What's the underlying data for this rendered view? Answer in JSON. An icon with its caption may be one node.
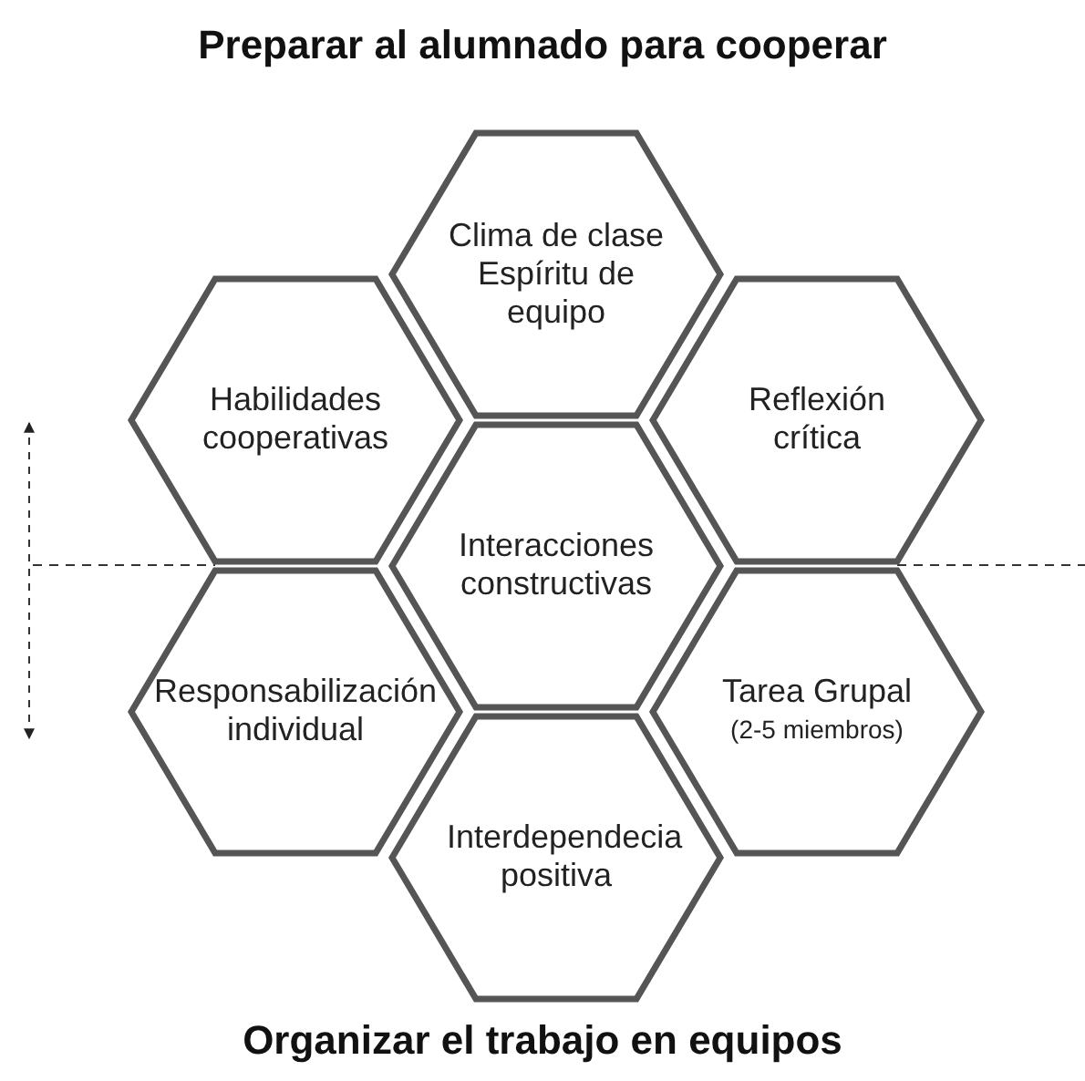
{
  "diagram": {
    "title": "Preparar al alumnado para cooperar",
    "caption": "Organizar el trabajo en equipos",
    "nodes": [
      {
        "text": [
          "Clima de clase",
          "Espíritu de equipo"
        ]
      },
      {
        "text": [
          "Habilidades cooperativas"
        ]
      },
      {
        "text": [
          "Reflexión crítica"
        ]
      },
      {
        "text": [
          "Interacciones constructivas"
        ]
      },
      {
        "text": [
          "Responsabilización individual"
        ]
      },
      {
        "text": [
          "Tarea Grupal",
          "(2-5 miembros)"
        ]
      },
      {
        "text": [
          "Interdependecia positiva"
        ]
      }
    ]
  }
}
